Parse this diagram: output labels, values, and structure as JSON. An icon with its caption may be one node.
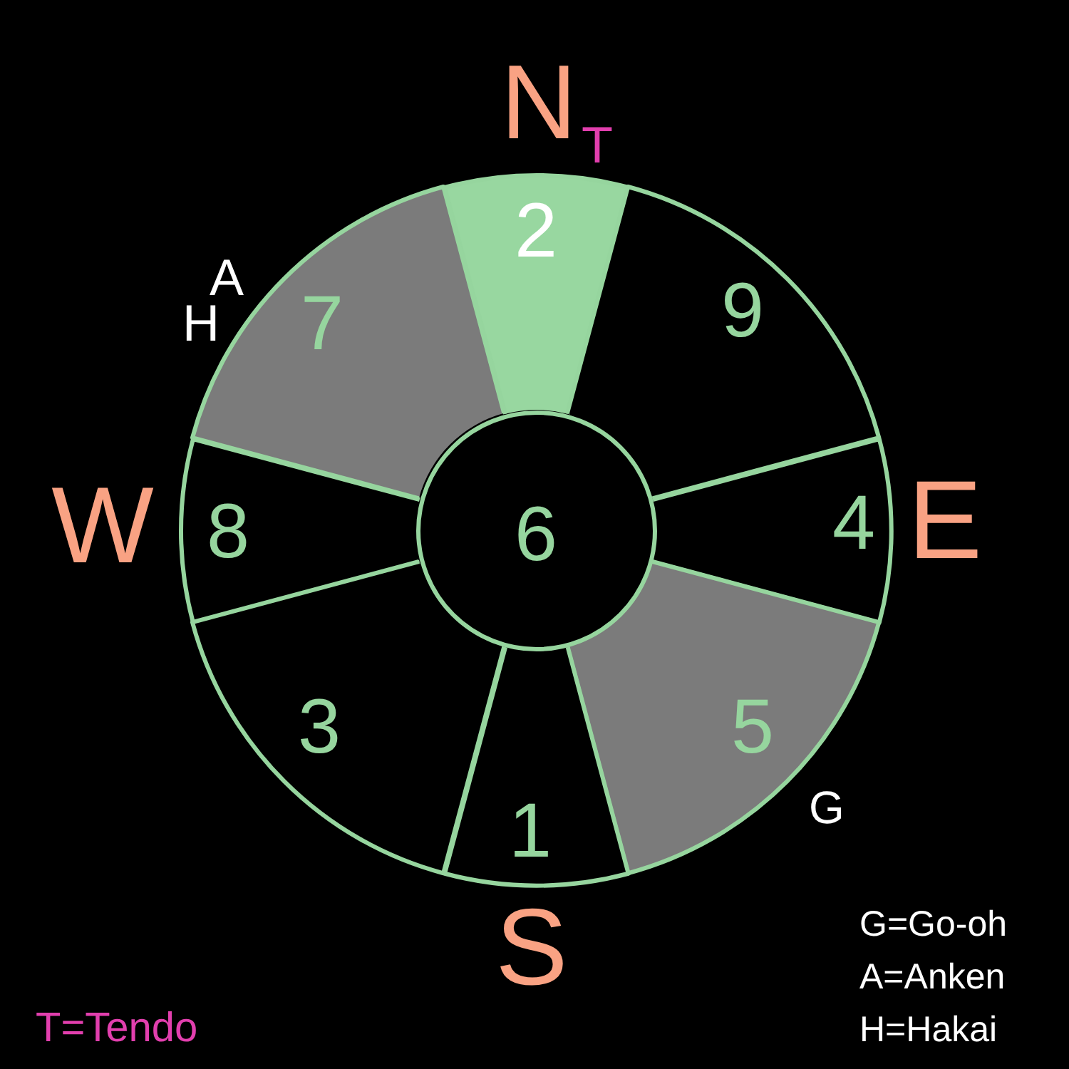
{
  "diagram": {
    "nodes": [
      {
        "text": [
          "2"
        ]
      },
      {
        "text": [
          "7"
        ]
      },
      {
        "text": [
          "9"
        ]
      },
      {
        "text": [
          "8"
        ]
      },
      {
        "text": [
          "6"
        ]
      },
      {
        "text": [
          "4"
        ]
      },
      {
        "text": [
          "3"
        ]
      },
      {
        "text": [
          "5"
        ]
      },
      {
        "text": [
          "1"
        ]
      }
    ],
    "labels": [
      "N",
      "T",
      "A",
      "H",
      "W",
      "E",
      "G",
      "S",
      "G=Go-oh",
      "A=Anken",
      "H=Hakai",
      "T=Tendo"
    ]
  }
}
